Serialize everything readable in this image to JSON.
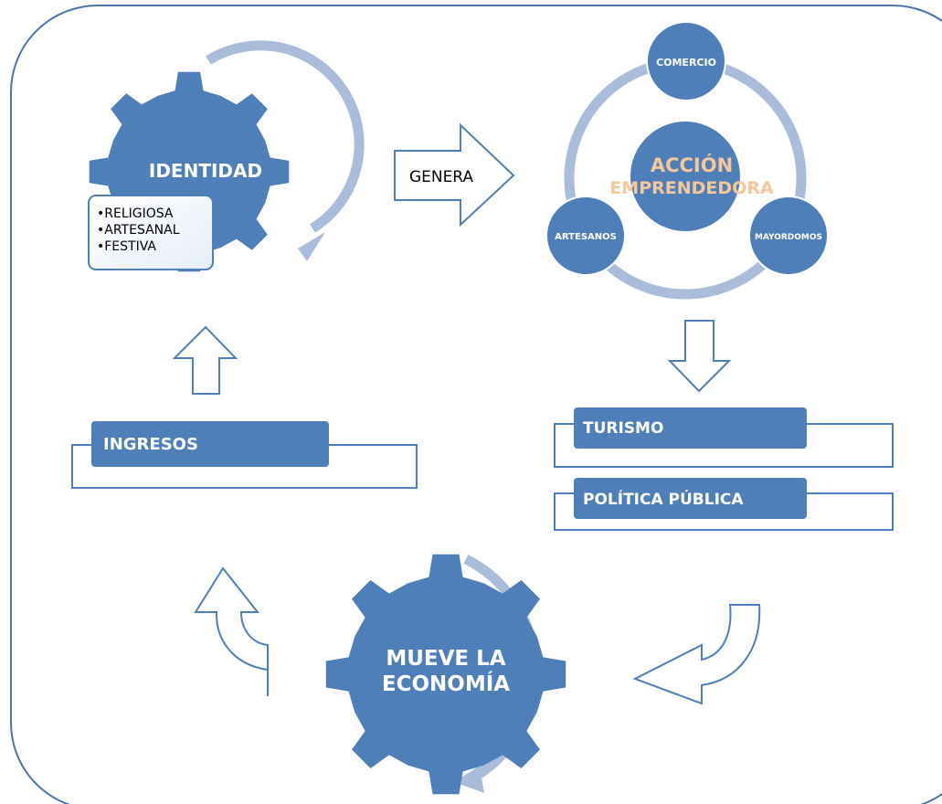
{
  "diagram": {
    "identity": {
      "label": "IDENTIDAD",
      "list": [
        "•RELIGIOSA",
        "•ARTESANAL",
        "•FESTIVA"
      ]
    },
    "genera_arrow": {
      "label": "GENERA"
    },
    "hub": {
      "center_lines": [
        "ACCIÓN",
        "EMPRENDEDORA"
      ],
      "nodes": {
        "top": "COMERCIO",
        "left": "ARTESANOS",
        "right": "MAYORDOMOS"
      }
    },
    "outcomes": {
      "tourism": "TURISMO",
      "policy": "POLÍTICA PÚBLICA"
    },
    "income": {
      "label": "INGRESOS"
    },
    "economy": {
      "lines": [
        "MUEVE LA",
        "ECONOMÍA"
      ]
    },
    "colors": {
      "primary": "#4f7fb9",
      "light": "#a9bddb",
      "frame": "#4a74ad",
      "accent": "#f6c79a",
      "panel": "#eef3f9"
    }
  }
}
